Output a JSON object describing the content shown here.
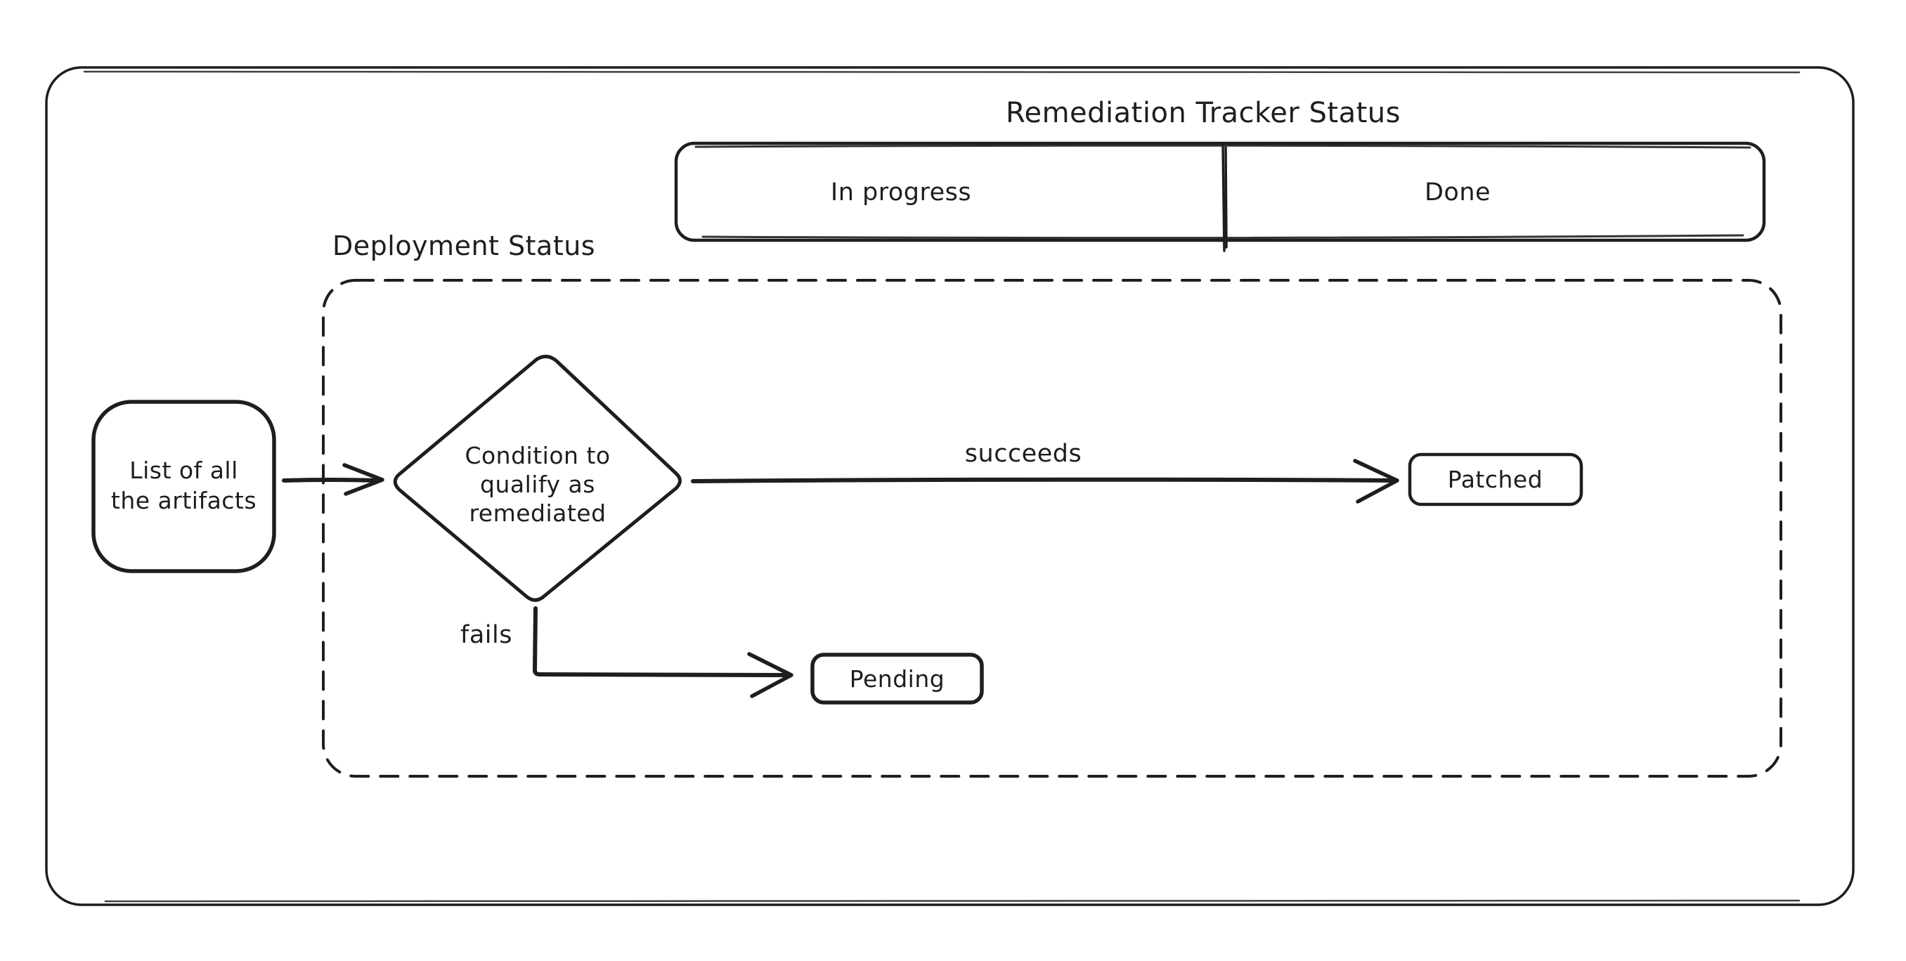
{
  "colors": {
    "stroke": "#1e1e1e",
    "background": "#ffffff"
  },
  "tracker": {
    "title": "Remediation Tracker Status",
    "columns": [
      {
        "label": "In progress"
      },
      {
        "label": "Done"
      }
    ]
  },
  "deployment": {
    "label": "Deployment Status",
    "nodes": {
      "artifacts": {
        "lines": [
          "List of all",
          "the artifacts"
        ]
      },
      "condition": {
        "lines": [
          "Condition to",
          "qualify as",
          "remediated"
        ]
      },
      "patched": {
        "label": "Patched"
      },
      "pending": {
        "label": "Pending"
      }
    },
    "edges": {
      "succeeds": {
        "label": "succeeds"
      },
      "fails": {
        "label": "fails"
      }
    }
  }
}
